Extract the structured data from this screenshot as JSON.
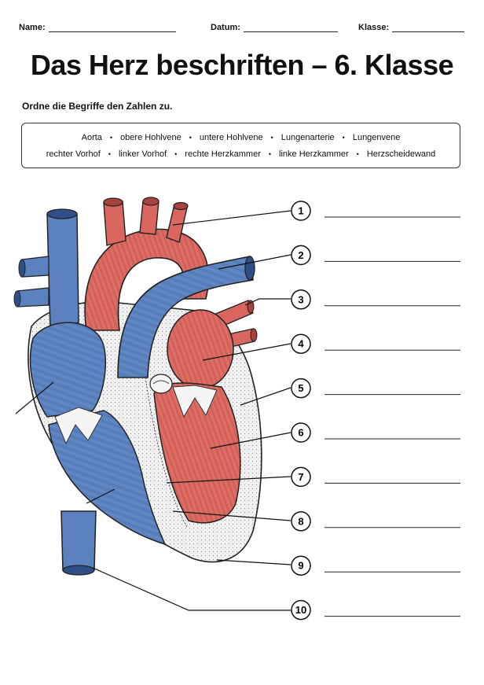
{
  "header": {
    "name_label": "Name:",
    "date_label": "Datum:",
    "class_label": "Klasse:"
  },
  "title": "Das Herz beschriften – 6. Klasse",
  "instruction": "Ordne die Begriffe den Zahlen zu.",
  "terms_row1": [
    "Aorta",
    "obere Hohlvene",
    "untere Hohlvene",
    "Lungenarterie",
    "Lungenvene"
  ],
  "terms_row2": [
    "rechter Vorhof",
    "linker Vorhof",
    "rechte Herzkammer",
    "linke Herzkammer",
    "Herzscheidewand"
  ],
  "separator": "•",
  "numbers": [
    "1",
    "2",
    "3",
    "4",
    "5",
    "6",
    "7",
    "8",
    "9",
    "10"
  ],
  "colors": {
    "oxygen_poor": "#5b82bf",
    "oxygen_rich": "#d9675f",
    "muscle_wall": "#f2f2f2",
    "ink": "#111111"
  }
}
